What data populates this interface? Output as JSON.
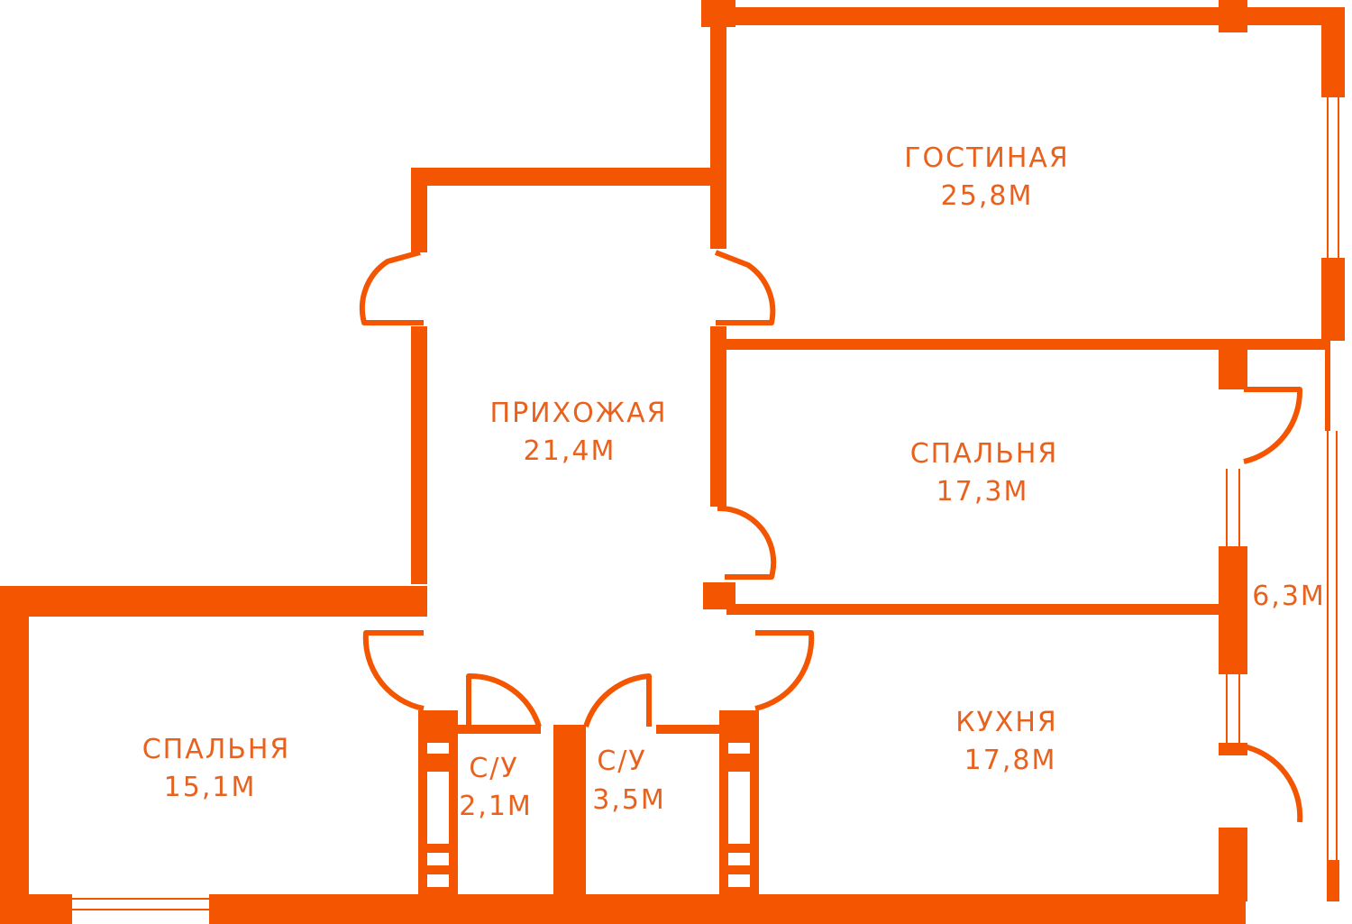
{
  "plan": {
    "colors": {
      "wall": "#f45500",
      "text": "#e8621e",
      "background": "#ffffff"
    },
    "rooms": {
      "living": {
        "name": "ГОСТИНАЯ",
        "area": "25,8М"
      },
      "hall": {
        "name": "ПРИХОЖАЯ",
        "area": "21,4М"
      },
      "bedroom_right": {
        "name": "СПАЛЬНЯ",
        "area": "17,3М"
      },
      "bedroom_left": {
        "name": "СПАЛЬНЯ",
        "area": "15,1М"
      },
      "kitchen": {
        "name": "КУХНЯ",
        "area": "17,8М"
      },
      "wc_small": {
        "name": "С/У",
        "area": "2,1М"
      },
      "wc_large": {
        "name": "С/У",
        "area": "3,5М"
      },
      "loggia": {
        "name": "",
        "area": "6,3М"
      }
    }
  }
}
